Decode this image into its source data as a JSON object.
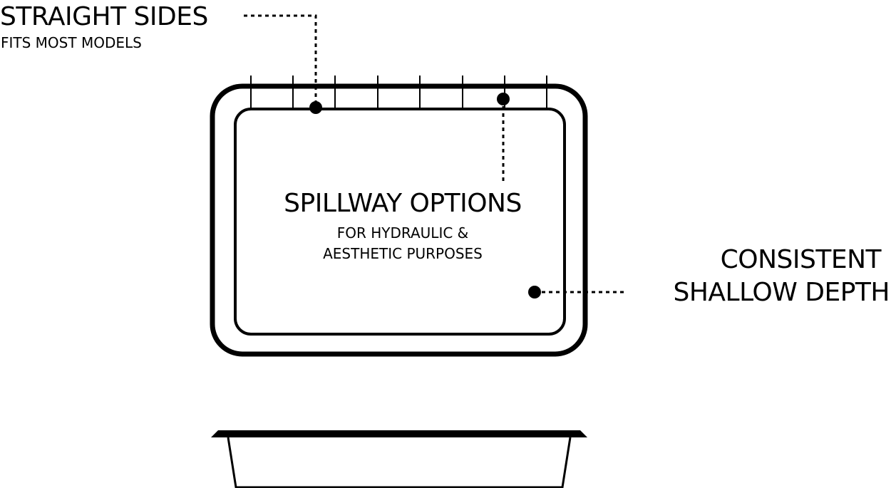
{
  "callouts": {
    "straight_sides": {
      "title": "STRAIGHT SIDES",
      "subtitle": "FITS MOST MODELS"
    },
    "spillway": {
      "title": "SPILLWAY OPTIONS",
      "subtitle_line1": "FOR HYDRAULIC &",
      "subtitle_line2": "AESTHETIC PURPOSES"
    },
    "depth": {
      "line1": "CONSISTENT",
      "line2": "SHALLOW DEPTH"
    }
  },
  "colors": {
    "ink": "#000000",
    "background": "#ffffff"
  }
}
